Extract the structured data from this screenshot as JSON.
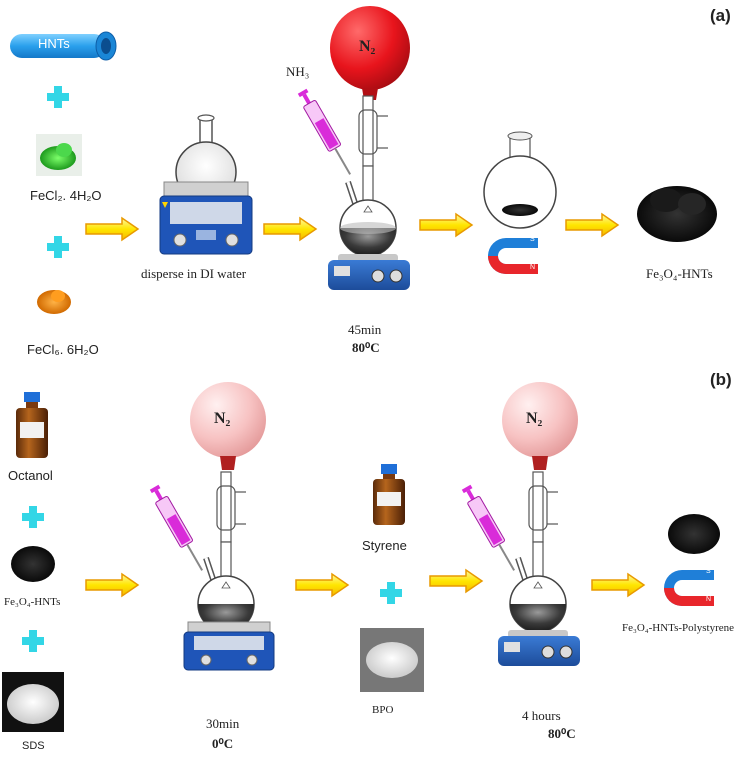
{
  "panel_a": {
    "label": "(a)",
    "hnts_tube": "HNTs",
    "fecl2": "FeCl₂. 4H₂O",
    "fecl3": "FeCl₆. 6H₂O",
    "disperse": "disperse in DI water",
    "nh3": "NH₃",
    "n2": "N₂",
    "time": "45min",
    "temp": "80⁰C",
    "product": "Fe₃O₄-HNTs",
    "magnet_s": "S",
    "magnet_n": "N"
  },
  "panel_b": {
    "label": "(b)",
    "octanol": "Octanol",
    "fe3o4_hnts": "Fe₃O₄-HNTs",
    "sds": "SDS",
    "n2_left": "N₂",
    "time_left": "30min",
    "temp_left": "0⁰C",
    "styrene": "Styrene",
    "bpo": "BPO",
    "n2_right": "N₂",
    "time_right": "4 hours",
    "temp_right": "80⁰C",
    "product": "Fe₃O₄-HNTs-Polystyrene",
    "magnet_s": "S",
    "magnet_n": "N"
  },
  "colors": {
    "cyan": "#33d6e6",
    "arrow_fill": "#ffe600",
    "arrow_stroke": "#e8a000",
    "balloon_red": "#e8141c",
    "balloon_pink": "#f7c2c2",
    "magnet_red": "#e8262b",
    "magnet_blue": "#1f7fd8",
    "syringe_magenta": "#d92bd9"
  }
}
